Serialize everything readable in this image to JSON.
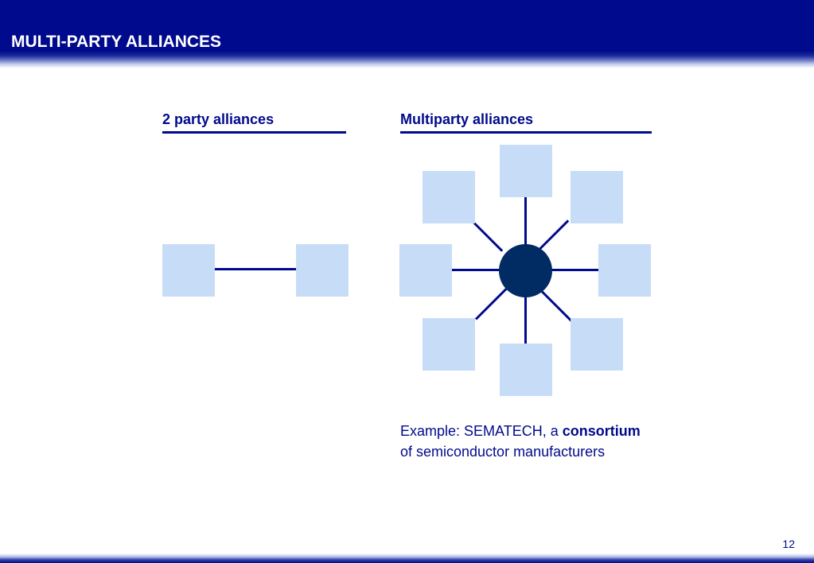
{
  "slide": {
    "title": "MULTI-PARTY ALLIANCES",
    "page_number": "12"
  },
  "columns": {
    "two_party": {
      "heading": "2 party alliances"
    },
    "multiparty": {
      "heading": "Multiparty alliances"
    }
  },
  "example": {
    "prefix": "Example: SEMATECH, a ",
    "emphasis": "consortium",
    "suffix": "of semiconductor manufacturers"
  },
  "colors": {
    "header_blue": "#000a8c",
    "node_fill": "#c7ddf7",
    "hub_fill": "#002b63"
  }
}
